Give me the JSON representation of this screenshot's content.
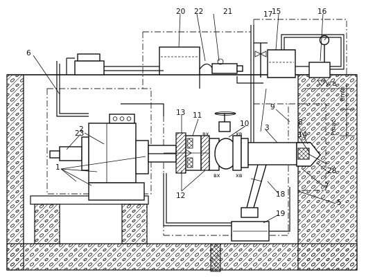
{
  "callouts": [
    "1",
    "2",
    "3",
    "5",
    "6",
    "7",
    "8",
    "9",
    "10",
    "11",
    "12",
    "13",
    "14",
    "15",
    "16",
    "17",
    "18",
    "19",
    "20",
    "21",
    "22",
    "23",
    "28"
  ],
  "level_labels": {
    "ugv": "УГВ",
    "pmin": "Pmin",
    "pmax": "Pmaс"
  },
  "valve_marks": {
    "vx": "вх",
    "xv": "хв"
  },
  "icons": [
    "pressure-gauge-icon",
    "valve-icon",
    "soil-hatch-pattern"
  ]
}
